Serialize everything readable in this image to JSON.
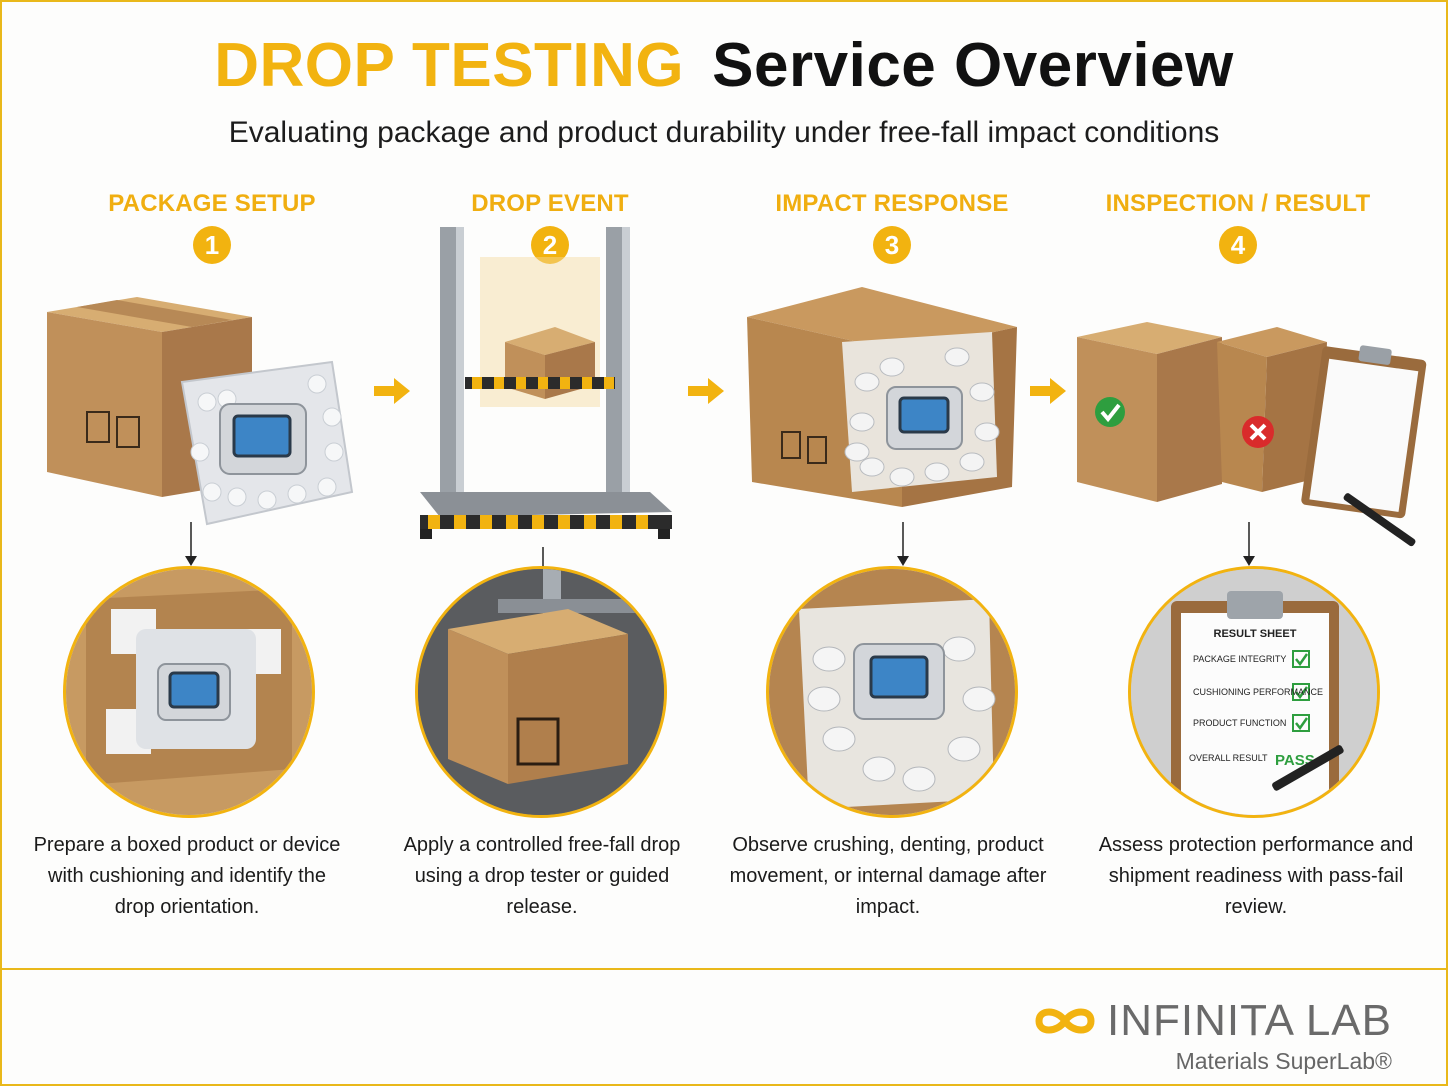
{
  "header": {
    "title_accent": "DROP TESTING",
    "title_main": "Service Overview",
    "subtitle": "Evaluating package and product durability under free-fall impact conditions"
  },
  "steps": [
    {
      "label": "PACKAGE SETUP",
      "number": "1",
      "description": "Prepare a boxed product or device with cushioning and identify the drop orientation."
    },
    {
      "label": "DROP EVENT",
      "number": "2",
      "description": "Apply a controlled free-fall drop using a drop tester or guided release."
    },
    {
      "label": "IMPACT RESPONSE",
      "number": "3",
      "description": "Observe crushing, denting, product movement, or internal damage after impact."
    },
    {
      "label": "INSPECTION / RESULT",
      "number": "4",
      "description": "Assess protection performance and shipment readiness with pass-fail review."
    }
  ],
  "result_sheet": {
    "title": "RESULT SHEET",
    "rows": [
      "PACKAGE INTEGRITY",
      "CUSHIONING PERFORMANCE",
      "PRODUCT FUNCTION"
    ],
    "overall_label": "OVERALL RESULT",
    "overall_value": "PASS"
  },
  "logo": {
    "name": "INFINITA LAB",
    "tagline": "Materials SuperLab®"
  },
  "colors": {
    "accent": "#f2b310",
    "cardboard": "#c99a5f",
    "pass": "#2e9e3f",
    "fail": "#d92b2b"
  }
}
